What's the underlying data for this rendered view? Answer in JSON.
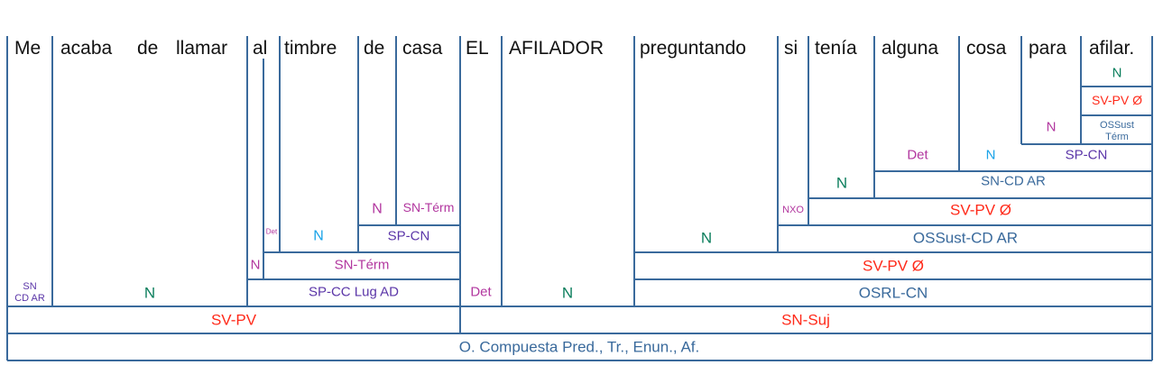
{
  "colors": {
    "lines": "#3a6a9c",
    "function_red": "#ff2a1a",
    "nucleus_green": "#0b7e5c",
    "determiner_purple": "#b2379f",
    "nucleus_cyan": "#1aa3e8",
    "phrase_violet": "#5b36a8",
    "clause_blue": "#3a6a9c"
  },
  "words": [
    "Me",
    "acaba",
    "de",
    "llamar",
    "al",
    "timbre",
    "de",
    "casa",
    "EL",
    "AFILADOR",
    "preguntando",
    "si",
    "tenía",
    "alguna",
    "cosa",
    "para",
    "afilar."
  ],
  "labels": {
    "sentence": "O. Compuesta Pred., Tr., Enun., Af.",
    "predicate": "SV-PV",
    "subject": "SN-Suj",
    "me_sn_cd": "SN",
    "me_cd_ar": "CD AR",
    "acaba_n": "N",
    "sp_cc": "SP-CC Lug AD",
    "al_n": "N",
    "sn_term_main": "SN-Térm",
    "al_det": "Det",
    "timbre_n": "N",
    "sp_cn_casa": "SP-CN",
    "de_n": "N",
    "casa_sn_term": "SN-Térm",
    "el_det": "Det",
    "afilador_n": "N",
    "osrl": "OSRL-CN",
    "svpv_outer": "SV-PV Ø",
    "preguntando_n": "N",
    "ossust_cd": "OSSust-CD AR",
    "si_nxo": "NXO",
    "svpv_inner": "SV-PV Ø",
    "tenia_n": "N",
    "sn_cd": "SN-CD AR",
    "alguna_det": "Det",
    "cosa_n": "N",
    "sp_cn_afilar": "SP-CN",
    "para_n": "N",
    "ossust_term_1": "OSSust",
    "ossust_term_2": "Térm",
    "svpv_small": "SV-PV Ø",
    "afilar_n": "N"
  }
}
